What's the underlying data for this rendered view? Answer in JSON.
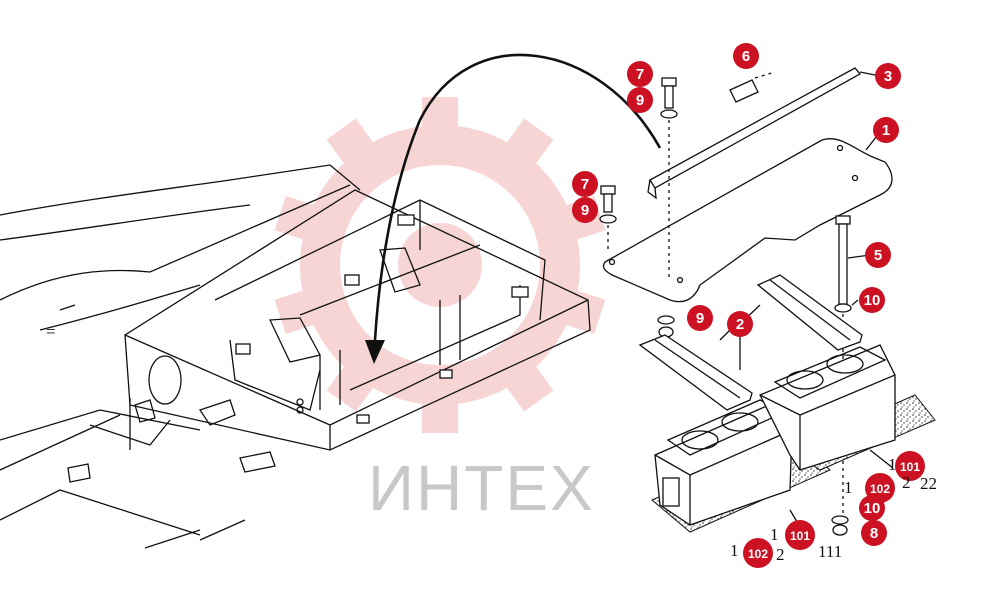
{
  "watermark": {
    "text": "ИНТЕХ",
    "color": "#e05a5a"
  },
  "callout_color": "#cc1122",
  "callouts": [
    {
      "label": "6"
    },
    {
      "label": "3"
    },
    {
      "label": "7"
    },
    {
      "label": "9"
    },
    {
      "label": "1"
    },
    {
      "label": "7"
    },
    {
      "label": "9"
    },
    {
      "label": "5"
    },
    {
      "label": "10"
    },
    {
      "label": "9"
    },
    {
      "label": "2"
    },
    {
      "label": "101"
    },
    {
      "label": "102"
    },
    {
      "label": "10"
    },
    {
      "label": "8"
    },
    {
      "label": "101"
    },
    {
      "label": "102"
    }
  ],
  "stray_text": [
    {
      "text": "1"
    },
    {
      "text": "1"
    },
    {
      "text": "2"
    },
    {
      "text": "22"
    },
    {
      "text": "1"
    },
    {
      "text": "1"
    },
    {
      "text": "2"
    },
    {
      "text": "111"
    },
    {
      "text": "="
    }
  ]
}
